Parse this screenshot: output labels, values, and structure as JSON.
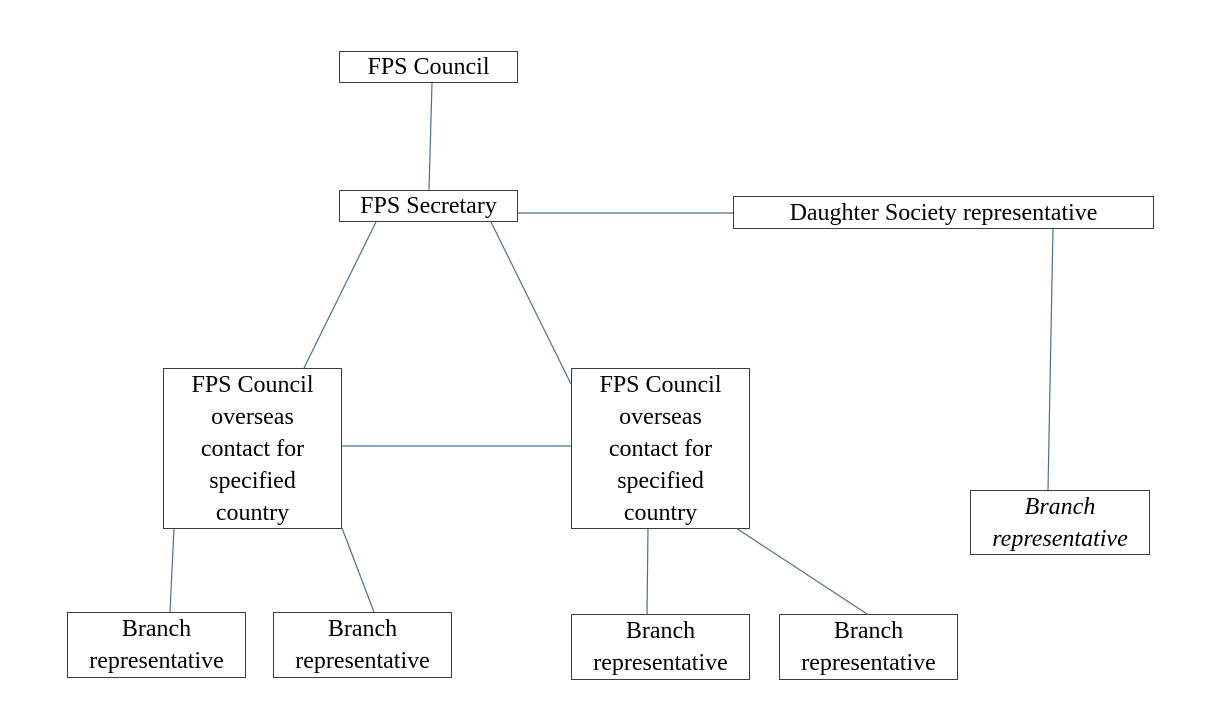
{
  "diagram": {
    "colors": {
      "connector": "#4a6f96",
      "box_border": "#3c3c3c"
    },
    "nodes": {
      "council": "FPS Council",
      "secretary": "FPS Secretary",
      "daughter": "Daughter Society representative",
      "overseas_left": "FPS Council overseas contact for specified country",
      "overseas_right": "FPS Council overseas contact for specified country",
      "branch_1": "Branch representative",
      "branch_2": "Branch representative",
      "branch_3": "Branch representative",
      "branch_4": "Branch representative",
      "branch_daughter": "Branch representative"
    },
    "edges": [
      [
        "council",
        "secretary"
      ],
      [
        "secretary",
        "daughter"
      ],
      [
        "secretary",
        "overseas_left"
      ],
      [
        "secretary",
        "overseas_right"
      ],
      [
        "overseas_left",
        "overseas_right"
      ],
      [
        "overseas_left",
        "branch_1"
      ],
      [
        "overseas_left",
        "branch_2"
      ],
      [
        "overseas_right",
        "branch_3"
      ],
      [
        "overseas_right",
        "branch_4"
      ],
      [
        "daughter",
        "branch_daughter"
      ]
    ]
  }
}
